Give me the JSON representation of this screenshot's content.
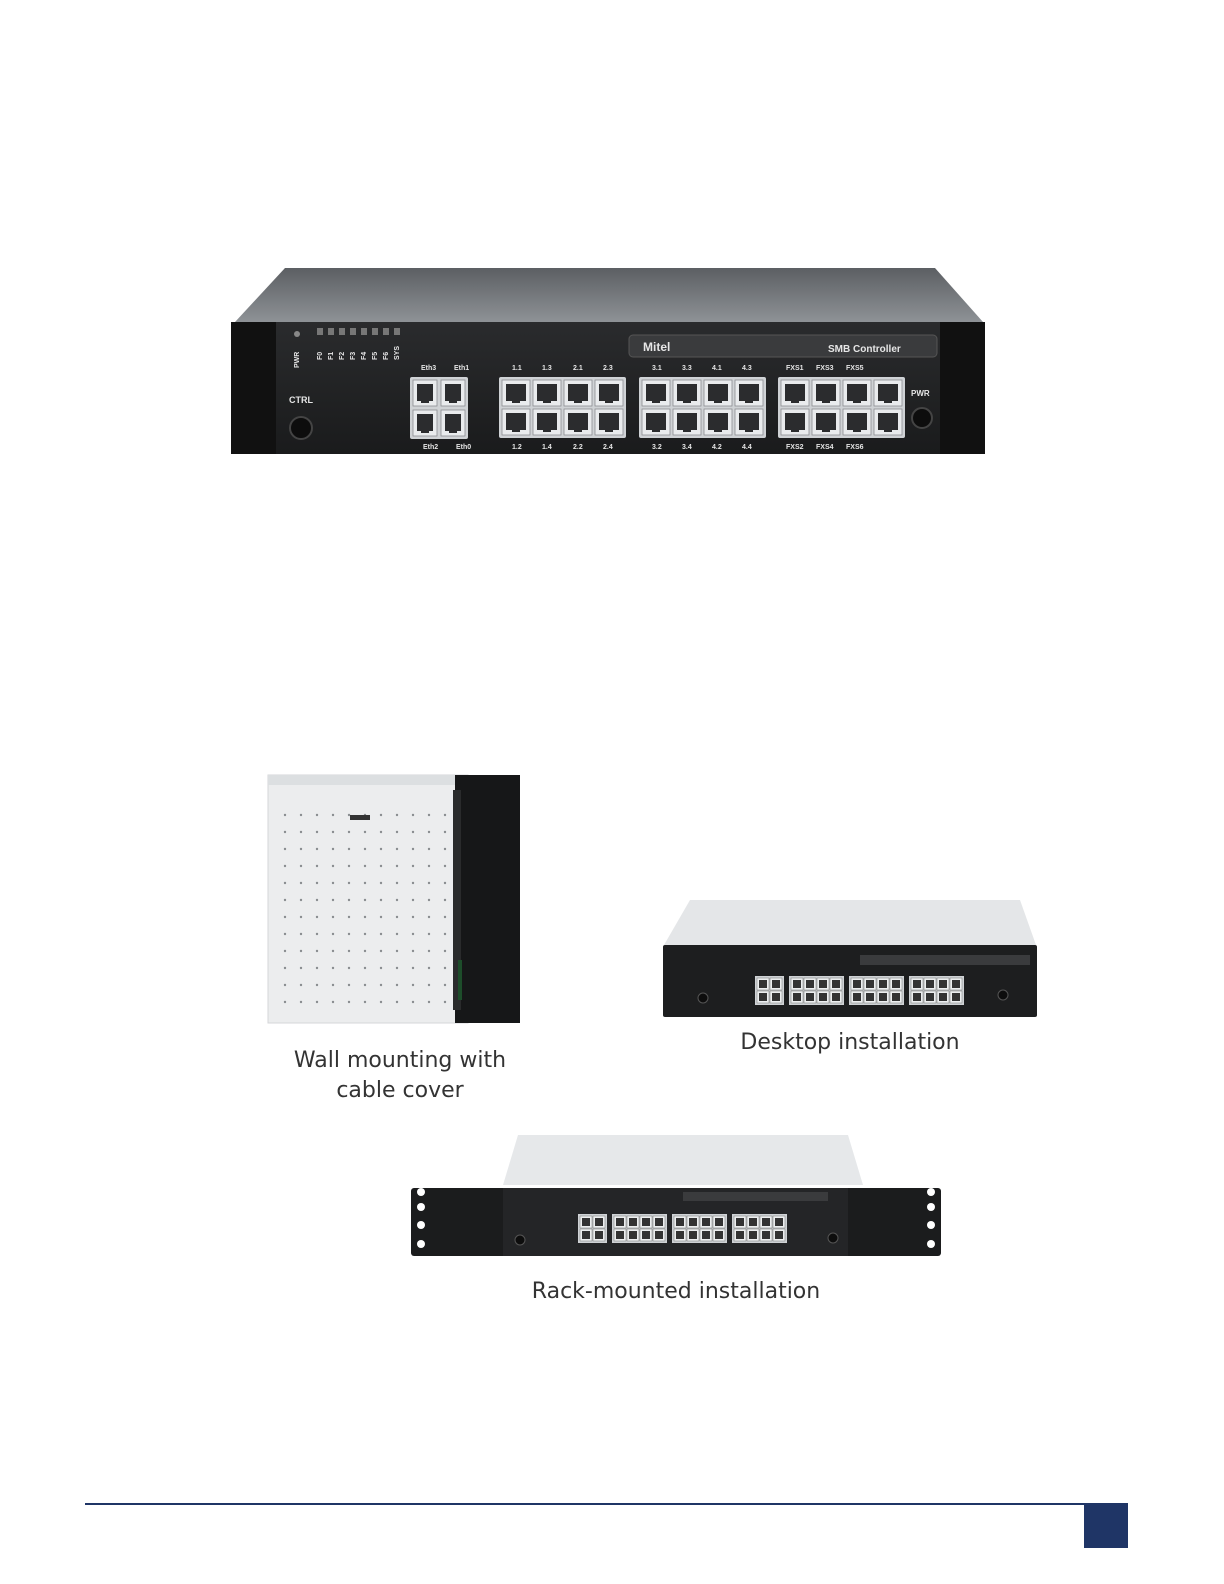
{
  "main_device": {
    "brand": "Mitel",
    "model_label": "SMB Controller",
    "led_labels": [
      "PWR",
      "F0",
      "F1",
      "F2",
      "F3",
      "F4",
      "F5",
      "F6",
      "SYS"
    ],
    "ctrl_label": "CTRL",
    "pwr_label": "PWR",
    "eth_top": [
      "Eth3",
      "Eth1"
    ],
    "eth_bottom": [
      "Eth2",
      "Eth0"
    ],
    "g1_top": [
      "1.1",
      "1.3",
      "2.1",
      "2.3"
    ],
    "g1_bottom": [
      "1.2",
      "1.4",
      "2.2",
      "2.4"
    ],
    "g2_top": [
      "3.1",
      "3.3",
      "4.1",
      "4.3"
    ],
    "g2_bottom": [
      "3.2",
      "3.4",
      "4.2",
      "4.4"
    ],
    "fxs_top": [
      "FXS1",
      "FXS3",
      "FXS5"
    ],
    "fxs_bottom": [
      "FXS2",
      "FXS4",
      "FXS6"
    ]
  },
  "captions": {
    "wall_line1": "Wall mounting with",
    "wall_line2": "cable cover",
    "desktop": "Desktop installation",
    "rack": "Rack-mounted installation"
  },
  "colors": {
    "footer": "#1f3566"
  }
}
